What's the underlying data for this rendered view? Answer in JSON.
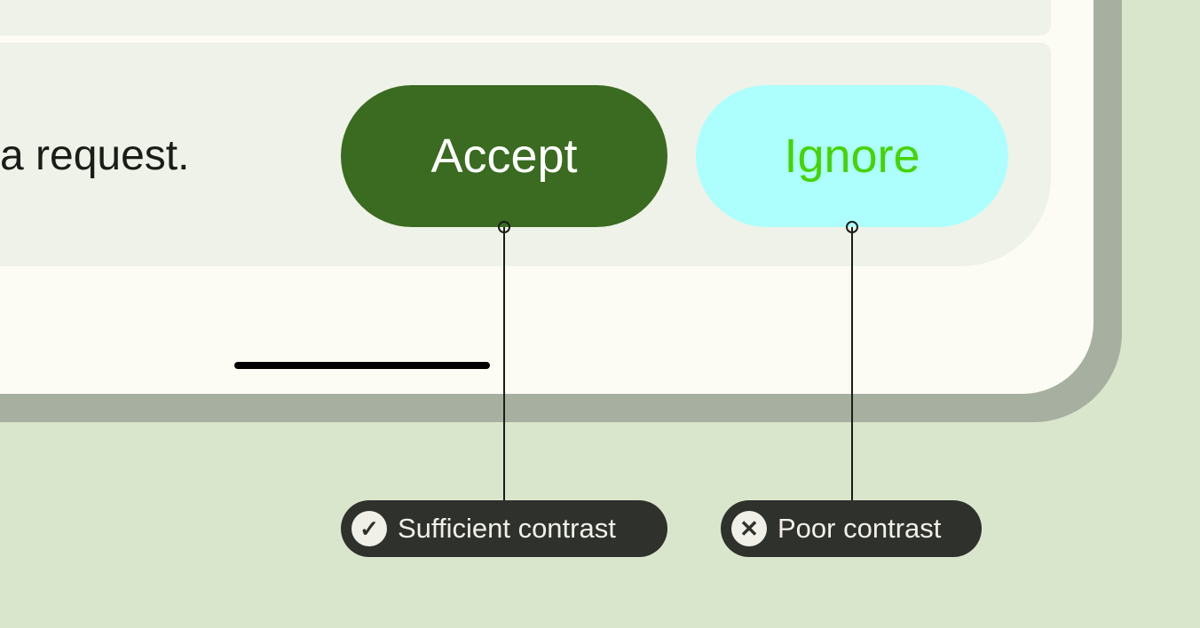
{
  "message": "a request.",
  "buttons": {
    "accept": "Accept",
    "ignore": "Ignore"
  },
  "annotations": [
    {
      "label": "Sufficient contrast",
      "icon": "check-icon",
      "glyph": "✓"
    },
    {
      "label": "Poor contrast",
      "icon": "close-icon",
      "glyph": "✕"
    }
  ],
  "colors": {
    "accept_bg": "#3a6b20",
    "accept_text": "#ffffff",
    "ignore_bg": "#adfffe",
    "ignore_text": "#44d400",
    "background": "#dae6cc"
  }
}
